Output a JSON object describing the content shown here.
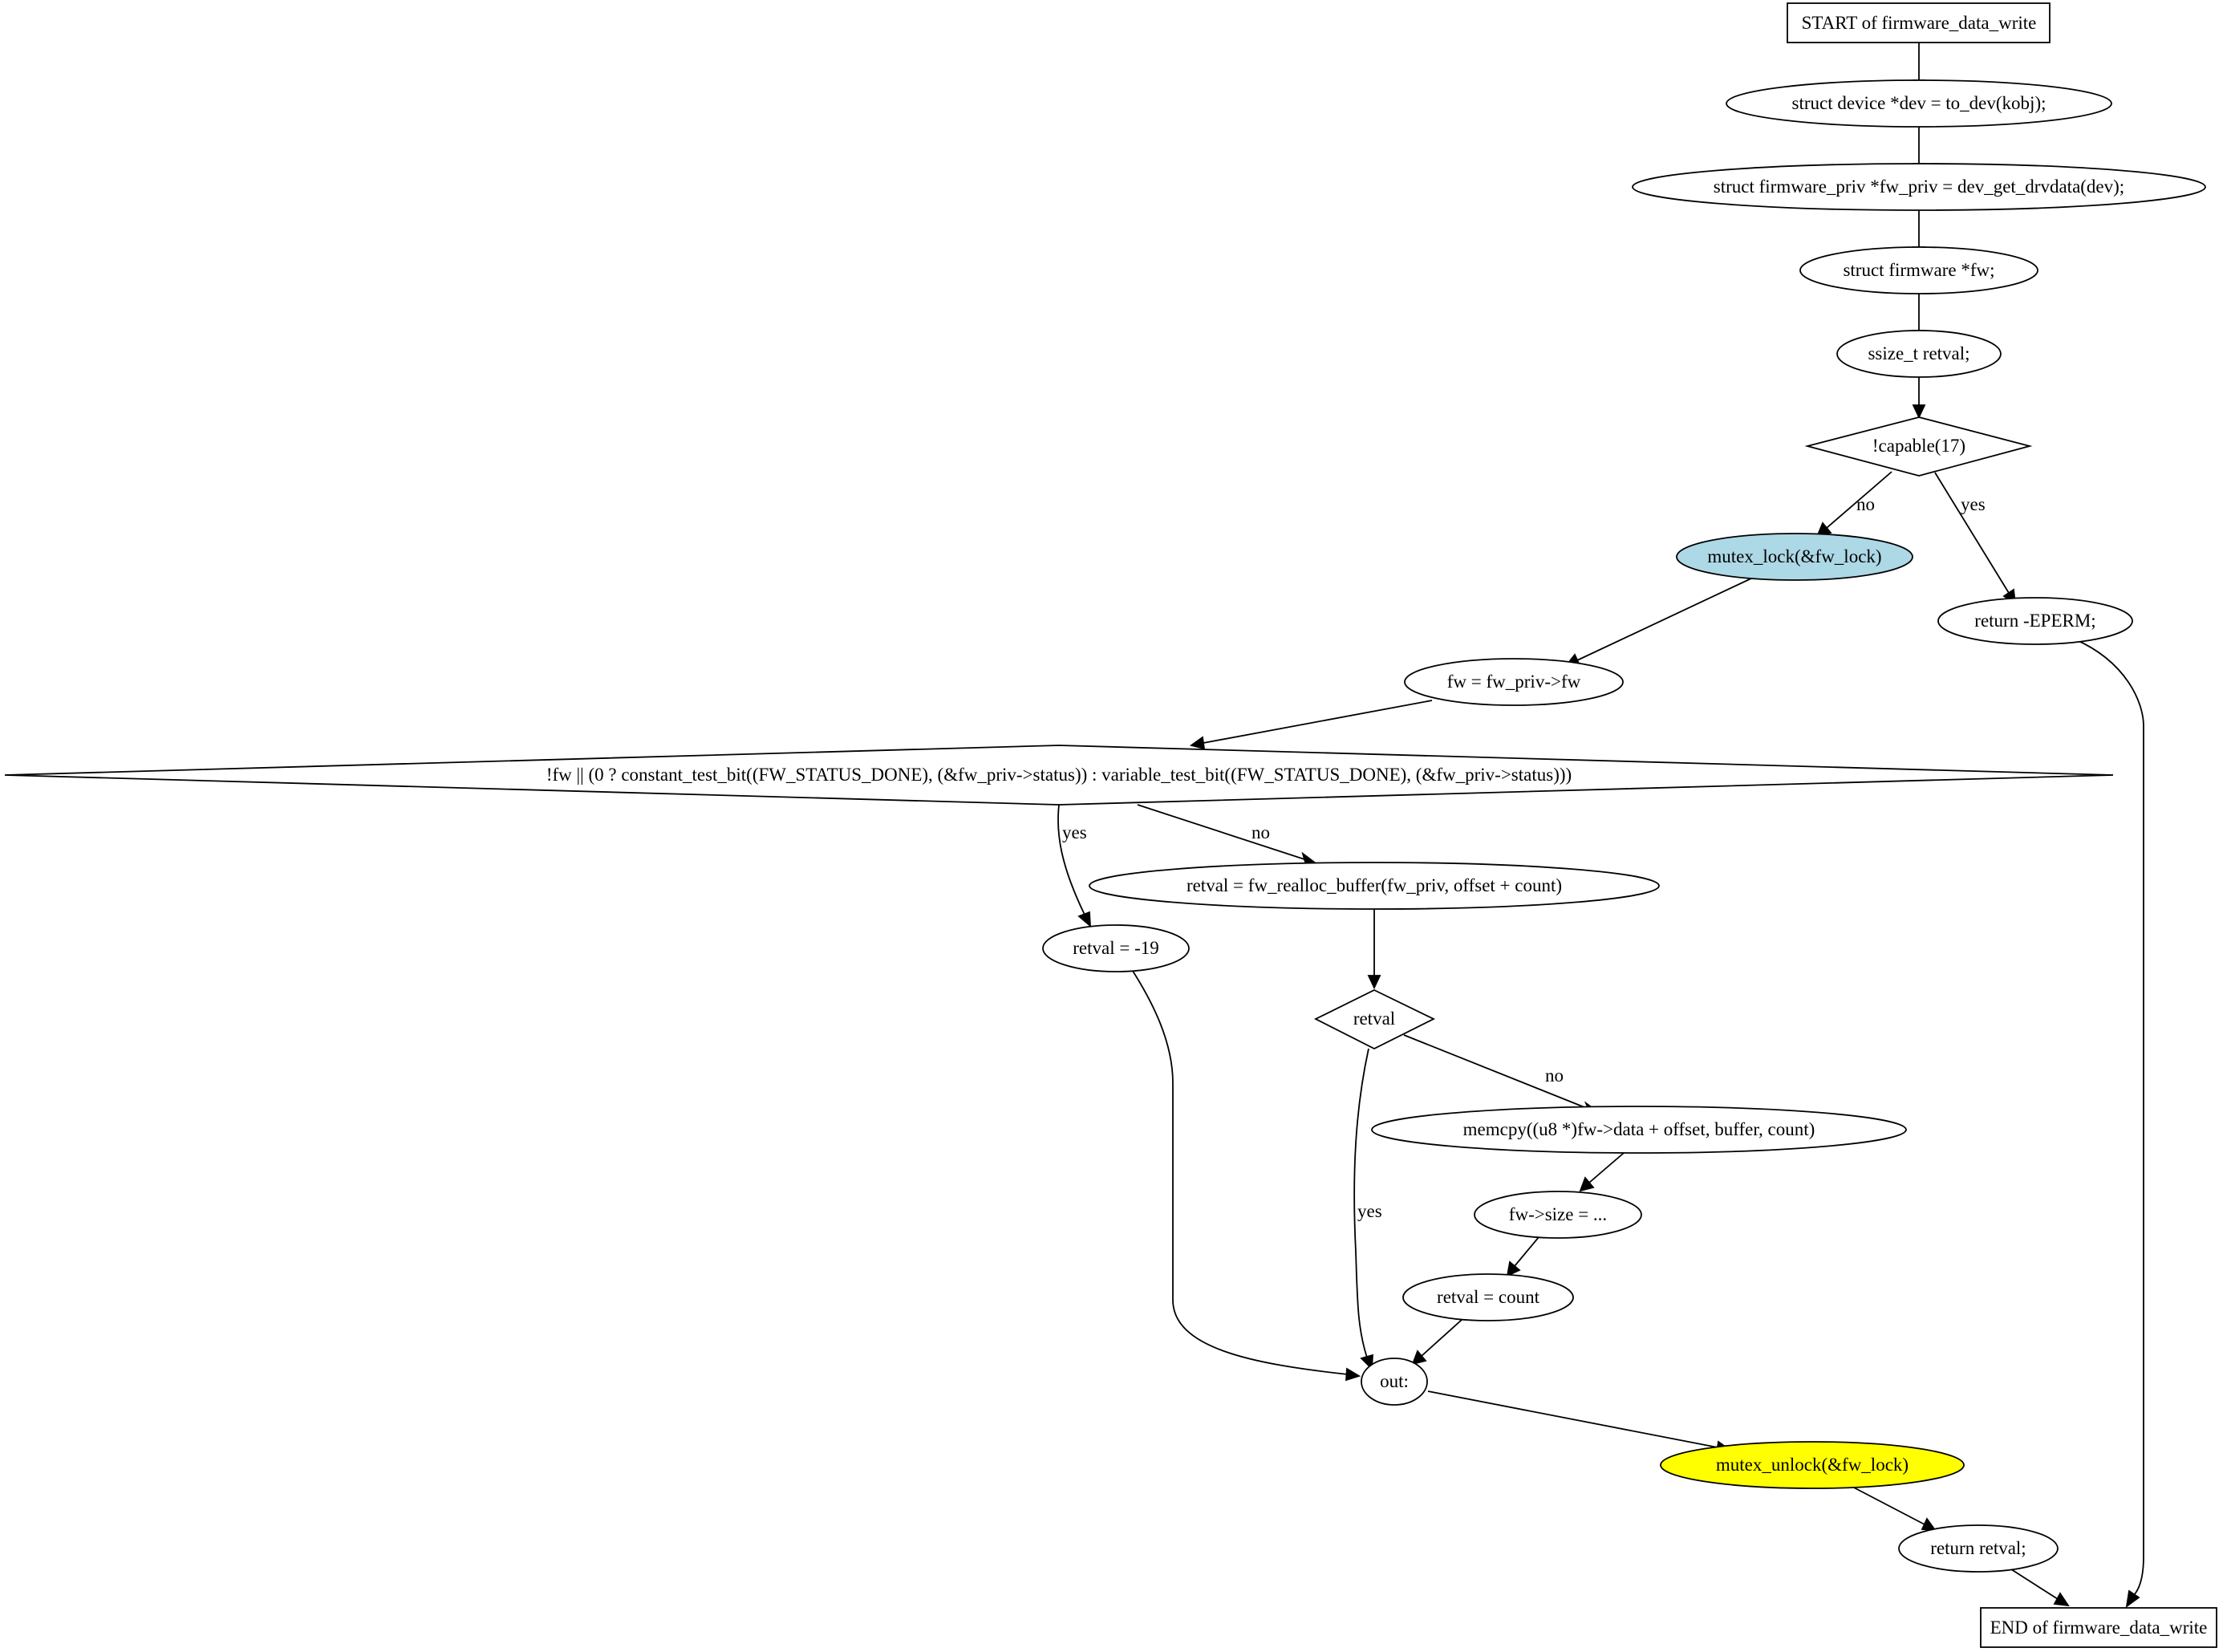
{
  "nodes": {
    "start": "START of firmware_data_write",
    "dev": "struct device *dev = to_dev(kobj);",
    "fw_priv": "struct firmware_priv *fw_priv = dev_get_drvdata(dev);",
    "fw_decl": "struct firmware *fw;",
    "retval_decl": "ssize_t retval;",
    "capable": "!capable(17)",
    "mutex_lock": "mutex_lock(&fw_lock)",
    "return_eperm": "return -EPERM;",
    "fw_assign": "fw = fw_priv->fw",
    "fw_check": "!fw || (0 ? constant_test_bit((FW_STATUS_DONE), (&fw_priv->status)) : variable_test_bit((FW_STATUS_DONE), (&fw_priv->status)))",
    "realloc": "retval = fw_realloc_buffer(fw_priv, offset + count)",
    "retval_19": "retval = -19",
    "retval_check": "retval",
    "memcpy": "memcpy((u8 *)fw->data + offset, buffer, count)",
    "fw_size": "fw->size = ...",
    "retval_count": "retval = count",
    "out": "out:",
    "mutex_unlock": "mutex_unlock(&fw_lock)",
    "return_retval": "return retval;",
    "end": "END of firmware_data_write"
  },
  "edge_labels": {
    "capable_no": "no",
    "capable_yes": "yes",
    "fw_check_yes": "yes",
    "fw_check_no": "no",
    "retval_no": "no",
    "retval_yes": "yes"
  },
  "colors": {
    "mutex_lock_fill": "#add8e6",
    "mutex_unlock_fill": "#ffff00",
    "default_fill": "#ffffff"
  }
}
